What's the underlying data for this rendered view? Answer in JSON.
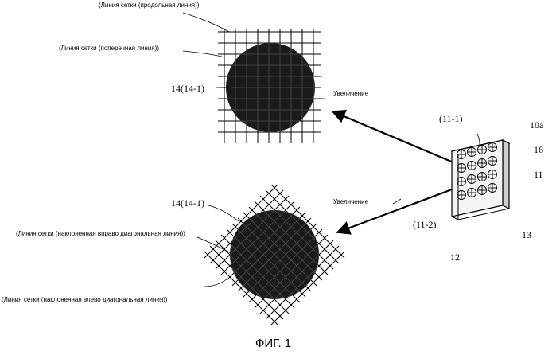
{
  "labels": {
    "grid_longitudinal": "(Линия сетки (продольная линия))",
    "grid_transverse": "(Линия сетки (поперечная линия))",
    "grid_right_diagonal": "(Линия сетки (наклоненная вправо диагональная линия))",
    "grid_left_diagonal": "(Линия сетки (наклоненная влево диагональная линия))",
    "magnification_top": "Увеличение",
    "magnification_bottom": "Увеличение"
  },
  "refs": {
    "dot_top": "14(14-1)",
    "dot_bottom": "14(14-1)",
    "cell_11_1": "(11-1)",
    "cell_11_2": "(11-2)",
    "panel": "10a",
    "ref_16": "16",
    "ref_11": "11",
    "ref_13": "13",
    "ref_12": "12"
  },
  "caption": "ФИГ. 1"
}
